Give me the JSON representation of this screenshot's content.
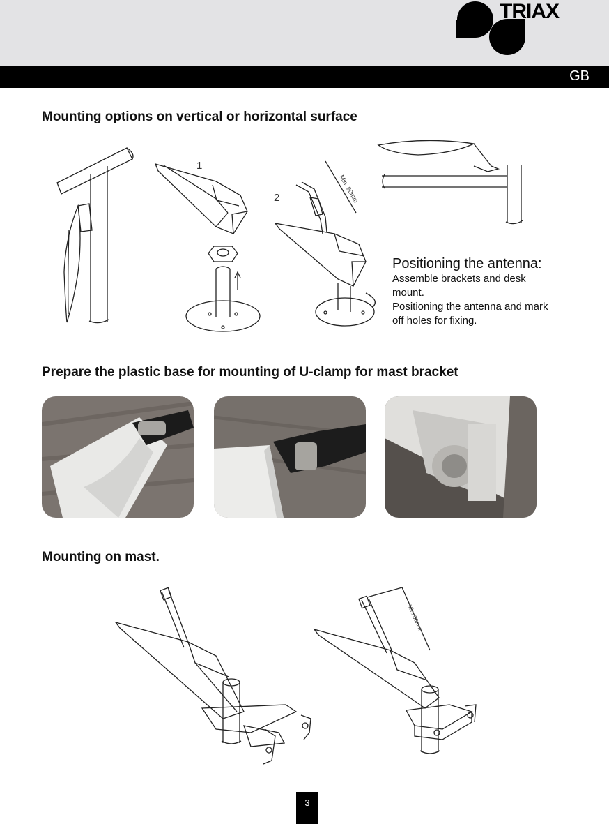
{
  "header": {
    "brand": "TRIAX",
    "language": "GB"
  },
  "sections": [
    {
      "title": "Mounting options on vertical or horizontal surface"
    },
    {
      "title": "Prepare the plastic base for mounting of U-clamp for mast bracket"
    },
    {
      "title": "Mounting on mast."
    }
  ],
  "positioning": {
    "title": "Positioning the antenna:",
    "line1": "Assemble brackets and desk mount.",
    "line2": "Positioning the antenna and mark off holes for fixing."
  },
  "labels": {
    "step1": "1",
    "step2": "2",
    "min_distance": "Min. 80mm"
  },
  "page_number": "3"
}
